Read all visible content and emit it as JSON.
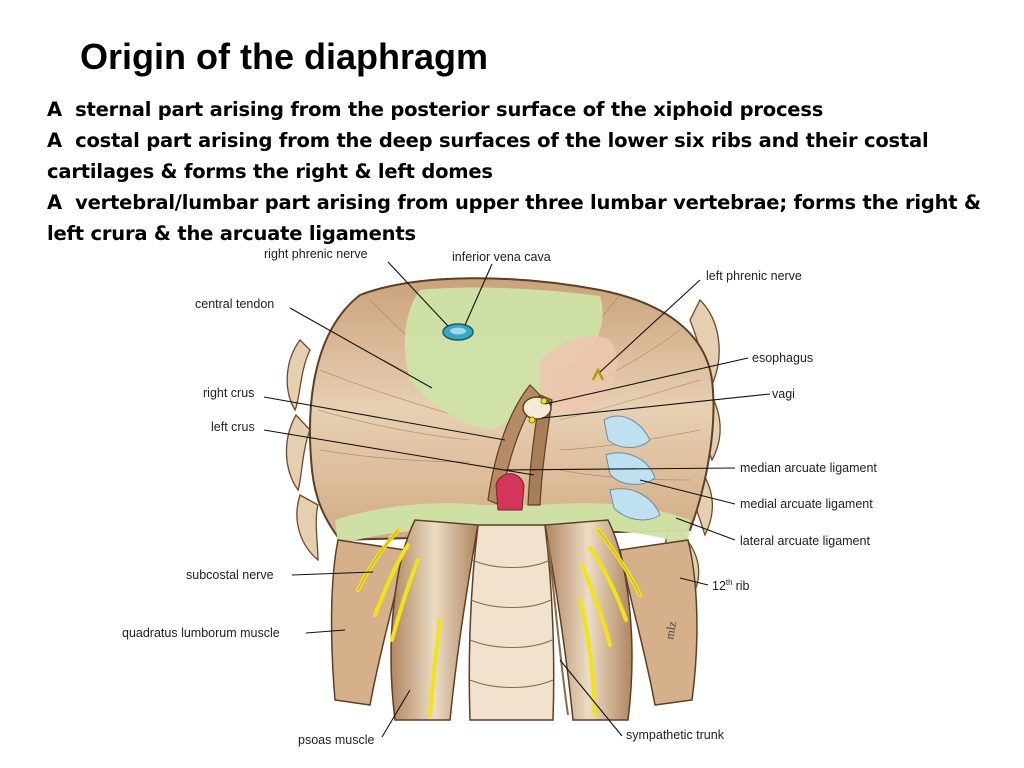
{
  "slide": {
    "title": "Origin of the diaphragm",
    "bullets": [
      {
        "prefix": "A",
        "text": "sternal part arising from the posterior surface of the xiphoid process"
      },
      {
        "prefix": "A",
        "text": "costal part arising from the deep surfaces of the lower six ribs and their costal cartilages & forms the right & left domes"
      },
      {
        "prefix": "A",
        "text": "vertebral/lumbar part arising from upper three lumbar vertebrae; forms the right & left crura & the arcuate ligaments"
      }
    ]
  },
  "figure": {
    "labels": {
      "right_phrenic_nerve": "right phrenic nerve",
      "inferior_vena_cava": "inferior vena cava",
      "left_phrenic_nerve": "left phrenic nerve",
      "central_tendon": "central tendon",
      "esophagus": "esophagus",
      "vagi": "vagi",
      "right_crus": "right crus",
      "left_crus": "left crus",
      "median_arcuate_ligament": "median arcuate ligament",
      "medial_arcuate_ligament": "medial arcuate ligament",
      "lateral_arcuate_ligament": "lateral arcuate ligament",
      "subcostal_nerve": "subcostal nerve",
      "twelfth_rib_num": "12",
      "twelfth_rib_sup": "th",
      "twelfth_rib_word": "rib",
      "quadratus_lumborum_muscle": "quadratus lumborum muscle",
      "psoas_muscle": "psoas muscle",
      "sympathetic_trunk": "sympathetic trunk"
    },
    "colors": {
      "muscle": "#d7b48e",
      "muscle_dark": "#a77e57",
      "tendon_green": "#cfe3a6",
      "tendon_pink": "#ecc7ae",
      "rib_blue": "#bfe0ef",
      "nerve_yellow": "#f2e21a",
      "aorta_red": "#d4355b",
      "ivc_blue": "#3aa6c4"
    }
  }
}
